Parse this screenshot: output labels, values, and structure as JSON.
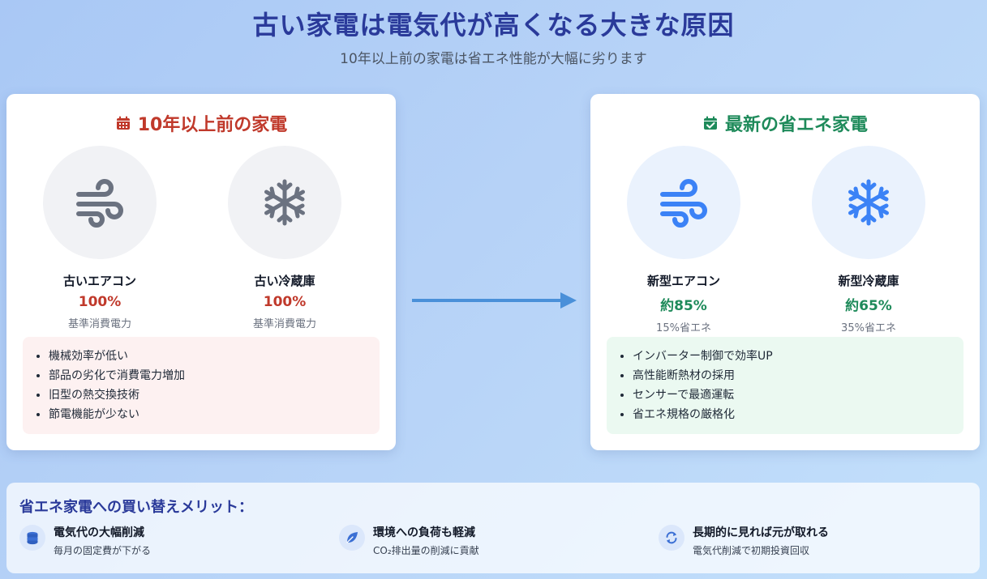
{
  "header": {
    "title": "古い家電は電気代が高くなる大きな原因",
    "subtitle": "10年以上前の家電は省エネ性能が大幅に劣ります"
  },
  "old_card": {
    "title": "10年以上前の家電",
    "icon": "calendar-icon",
    "appliances": [
      {
        "name": "古いエアコン",
        "value": "100%",
        "note": "基準消費電力",
        "icon": "wind-icon"
      },
      {
        "name": "古い冷蔵庫",
        "value": "100%",
        "note": "基準消費電力",
        "icon": "snowflake-icon"
      }
    ],
    "points": [
      "機械効率が低い",
      "部品の劣化で消費電力増加",
      "旧型の熱交換技術",
      "節電機能が少ない"
    ]
  },
  "new_card": {
    "title": "最新の省エネ家電",
    "icon": "calendar-check-icon",
    "appliances": [
      {
        "name": "新型エアコン",
        "value": "約85%",
        "note": "15%省エネ",
        "icon": "wind-icon"
      },
      {
        "name": "新型冷蔵庫",
        "value": "約65%",
        "note": "35%省エネ",
        "icon": "snowflake-icon"
      }
    ],
    "points": [
      "インバーター制御で効率UP",
      "高性能断熱材の採用",
      "センサーで最適運転",
      "省エネ規格の厳格化"
    ]
  },
  "merits": {
    "title": "省エネ家電への買い替えメリット：",
    "items": [
      {
        "head": "電気代の大幅削減",
        "desc": "毎月の固定費が下がる",
        "icon": "coins-icon"
      },
      {
        "head": "環境への負荷も軽減",
        "desc": "CO₂排出量の削減に貢献",
        "icon": "leaf-icon"
      },
      {
        "head": "長期的に見れば元が取れる",
        "desc": "電気代削減で初期投資回収",
        "icon": "recycle-icon"
      }
    ]
  },
  "colors": {
    "old_accent": "#c0392b",
    "new_accent": "#1e8a5a",
    "title": "#2a3a9a",
    "old_icon": "#6b7280",
    "new_icon": "#3b82f6",
    "arrow": "#4a90d9"
  }
}
